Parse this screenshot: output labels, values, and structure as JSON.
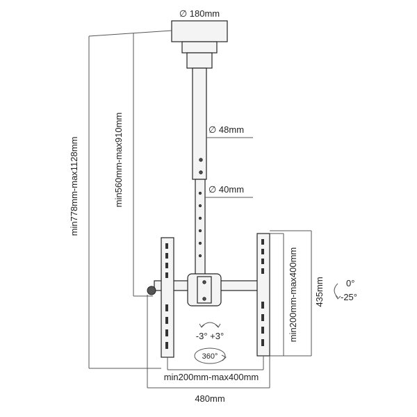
{
  "labels": {
    "ceiling_plate_diameter": "∅ 180mm",
    "upper_tube_diameter": "∅ 48mm",
    "lower_tube_diameter": "∅ 40mm",
    "overall_height": "min778mm-max1128mm",
    "pole_height": "min560mm-max910mm",
    "vertical_hole_spacing": "min200mm-max400mm",
    "bracket_height": "435mm",
    "tilt_top": "0°",
    "tilt_bottom": "-25°",
    "swivel": "-3° +3°",
    "rotation": "360°",
    "horizontal_hole_spacing": "min200mm-max400mm",
    "overall_width": "480mm"
  },
  "colors": {
    "line": "#222222",
    "dimension": "#555555",
    "fill_light": "#f4f4f4",
    "fill_dark": "#555555"
  }
}
